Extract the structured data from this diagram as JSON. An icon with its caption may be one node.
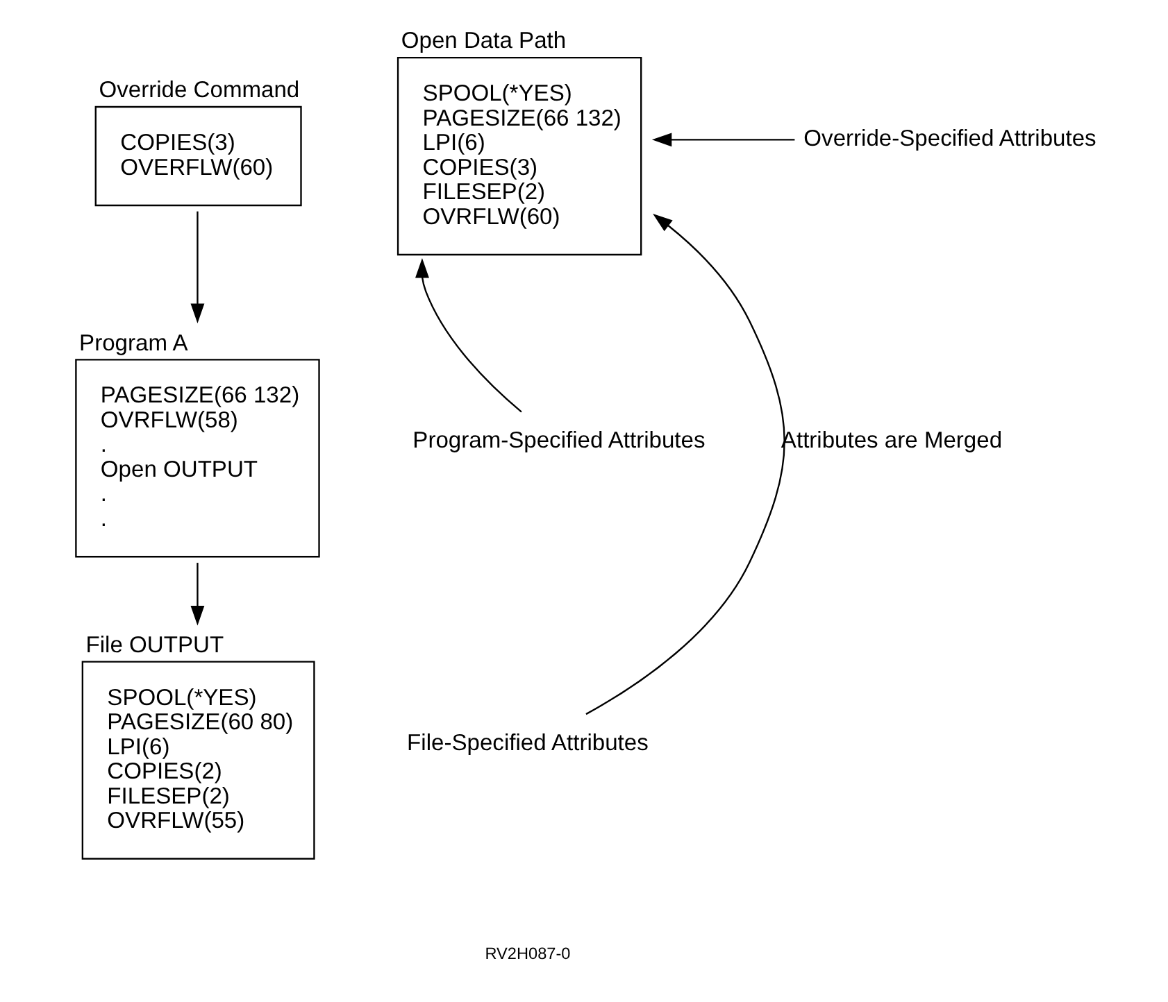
{
  "diagram": {
    "nodes": [
      {
        "text": [
          "Override Command",
          "COPIES(3) OVERFLW(60)"
        ]
      },
      {
        "text": [
          "Program A",
          "PAGESIZE(66 132) OVRFLW(58) . Open OUTPUT . ."
        ]
      },
      {
        "text": [
          "File OUTPUT",
          "SPOOL(*YES) PAGESIZE(60 80) LPI(6) COPIES(2) FILESEP(2) OVRFLW(55)"
        ]
      },
      {
        "text": [
          "Open Data Path",
          "SPOOL(*YES) PAGESIZE(66 132) LPI(6) COPIES(3) FILESEP(2) OVRFLW(60)"
        ]
      },
      {
        "text": [
          "Override-Specified Attributes"
        ]
      },
      {
        "text": [
          "Program-Specified Attributes"
        ]
      },
      {
        "text": [
          "File-Specified Attributes"
        ]
      }
    ],
    "edges": [
      {
        "from": 0,
        "to": 1,
        "arrow": "to"
      },
      {
        "from": 1,
        "to": 2,
        "arrow": "to"
      },
      {
        "from": 4,
        "to": 3,
        "arrow": "to"
      },
      {
        "from": 5,
        "to": 3,
        "arrow": "to"
      },
      {
        "from": 6,
        "to": 3,
        "arrow": "to",
        "label": "Attributes are Merged"
      }
    ],
    "labels": [
      "RV2H087-0"
    ]
  }
}
